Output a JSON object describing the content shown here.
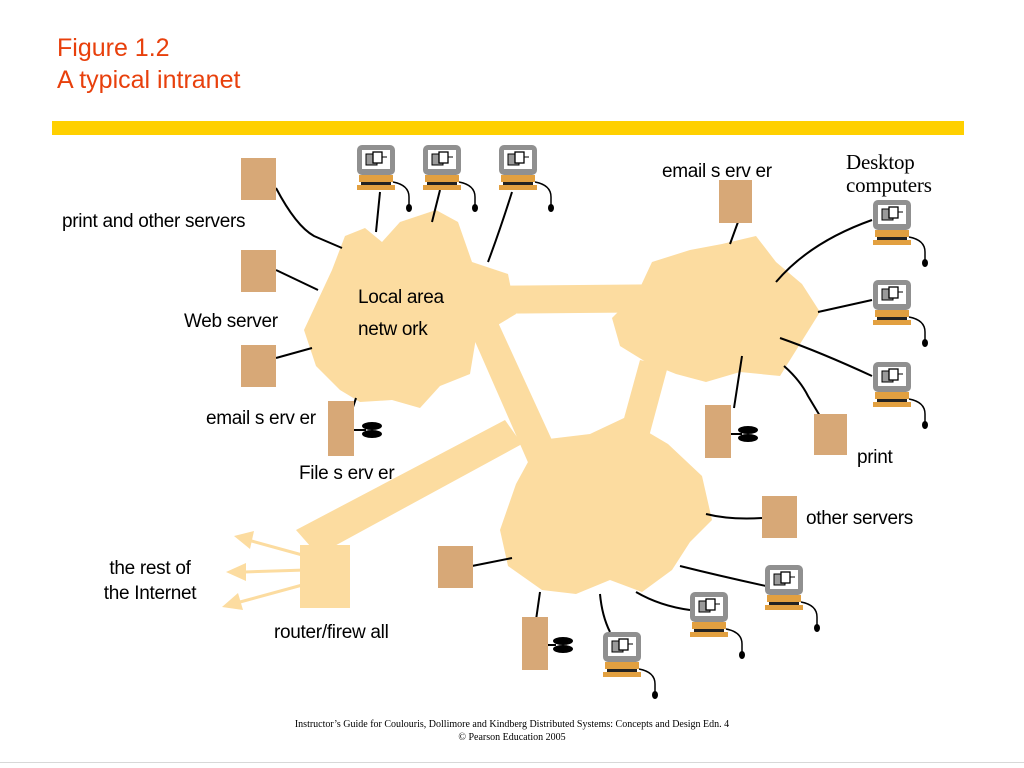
{
  "title": {
    "line1": "Figure 1.2",
    "line2": "A typical intranet"
  },
  "colors": {
    "title": "#e8400c",
    "accent_bar": "#ffd000",
    "network": "#fcdca0",
    "server": "#d7a877",
    "computer_frame": "#909090",
    "computer_base": "#e2a040"
  },
  "labels": {
    "print_and_other_servers": "print  and other servers",
    "web_server": "Web server",
    "email_server_left": "email s erv er",
    "file_server": "File s erv er",
    "local_area_network_1": "Local area",
    "local_area_network_2": "netw ork",
    "email_server_top": "email s erv er",
    "desktop_computers_1": "Desktop",
    "desktop_computers_2": "computers",
    "print": "print",
    "other_servers": "other servers",
    "rest_of_internet_1": "the rest of",
    "rest_of_internet_2": "the Internet",
    "router_firewall": "router/firew all"
  },
  "footer": {
    "line1": "Instructor’s Guide for  Coulouris, Dollimore and Kindberg   Distributed Systems: Concepts and Design   Edn. 4",
    "line2": "©  Pearson Education 2005"
  }
}
